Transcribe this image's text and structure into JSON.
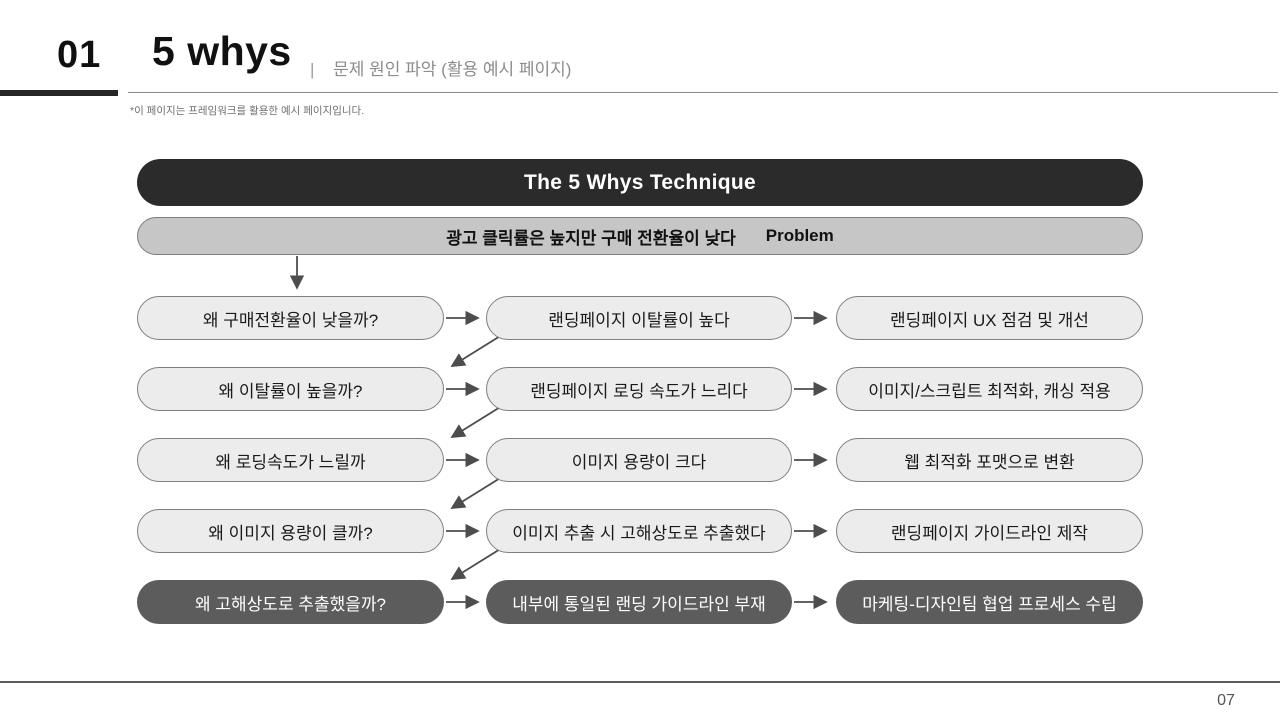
{
  "header": {
    "section_number": "01",
    "title": "5 whys",
    "separator": "|",
    "subtitle": "문제 원인 파악 (활용 예시 페이지)",
    "note": "*이 페이지는 프레임워크를 활용한 예시 페이지입니다."
  },
  "diagram": {
    "title": "The 5 Whys Technique",
    "problem": {
      "text": "광고 클릭률은 높지만 구매 전환율이 낮다",
      "label": "Problem"
    },
    "rows": [
      {
        "why": "왜 구매전환율이 낮을까?",
        "answer": "랜딩페이지 이탈률이 높다",
        "action": "랜딩페이지 UX 점검 및 개선"
      },
      {
        "why": "왜 이탈률이 높을까?",
        "answer": "랜딩페이지 로딩 속도가 느리다",
        "action": "이미지/스크립트 최적화, 캐싱 적용"
      },
      {
        "why": "왜 로딩속도가 느릴까",
        "answer": "이미지 용량이 크다",
        "action": "웹 최적화 포맷으로 변환"
      },
      {
        "why": "왜 이미지 용량이 클까?",
        "answer": "이미지 추출 시 고해상도로 추출했다",
        "action": "랜딩페이지 가이드라인 제작"
      },
      {
        "why": "왜 고해상도로 추출했을까?",
        "answer": "내부에 통일된 랜딩 가이드라인 부재",
        "action": "마케팅-디자인팀 협업 프로세스 수립"
      }
    ]
  },
  "footer": {
    "page_number": "07"
  },
  "colors": {
    "title_pill_bg": "#2b2b2b",
    "problem_pill_bg": "#c6c6c6",
    "light_pill_bg": "#ececec",
    "dark_pill_bg": "#5c5c5c",
    "pill_border": "#7f7f7f",
    "arrow": "#4d4d4d",
    "accent_bar": "#262626"
  }
}
